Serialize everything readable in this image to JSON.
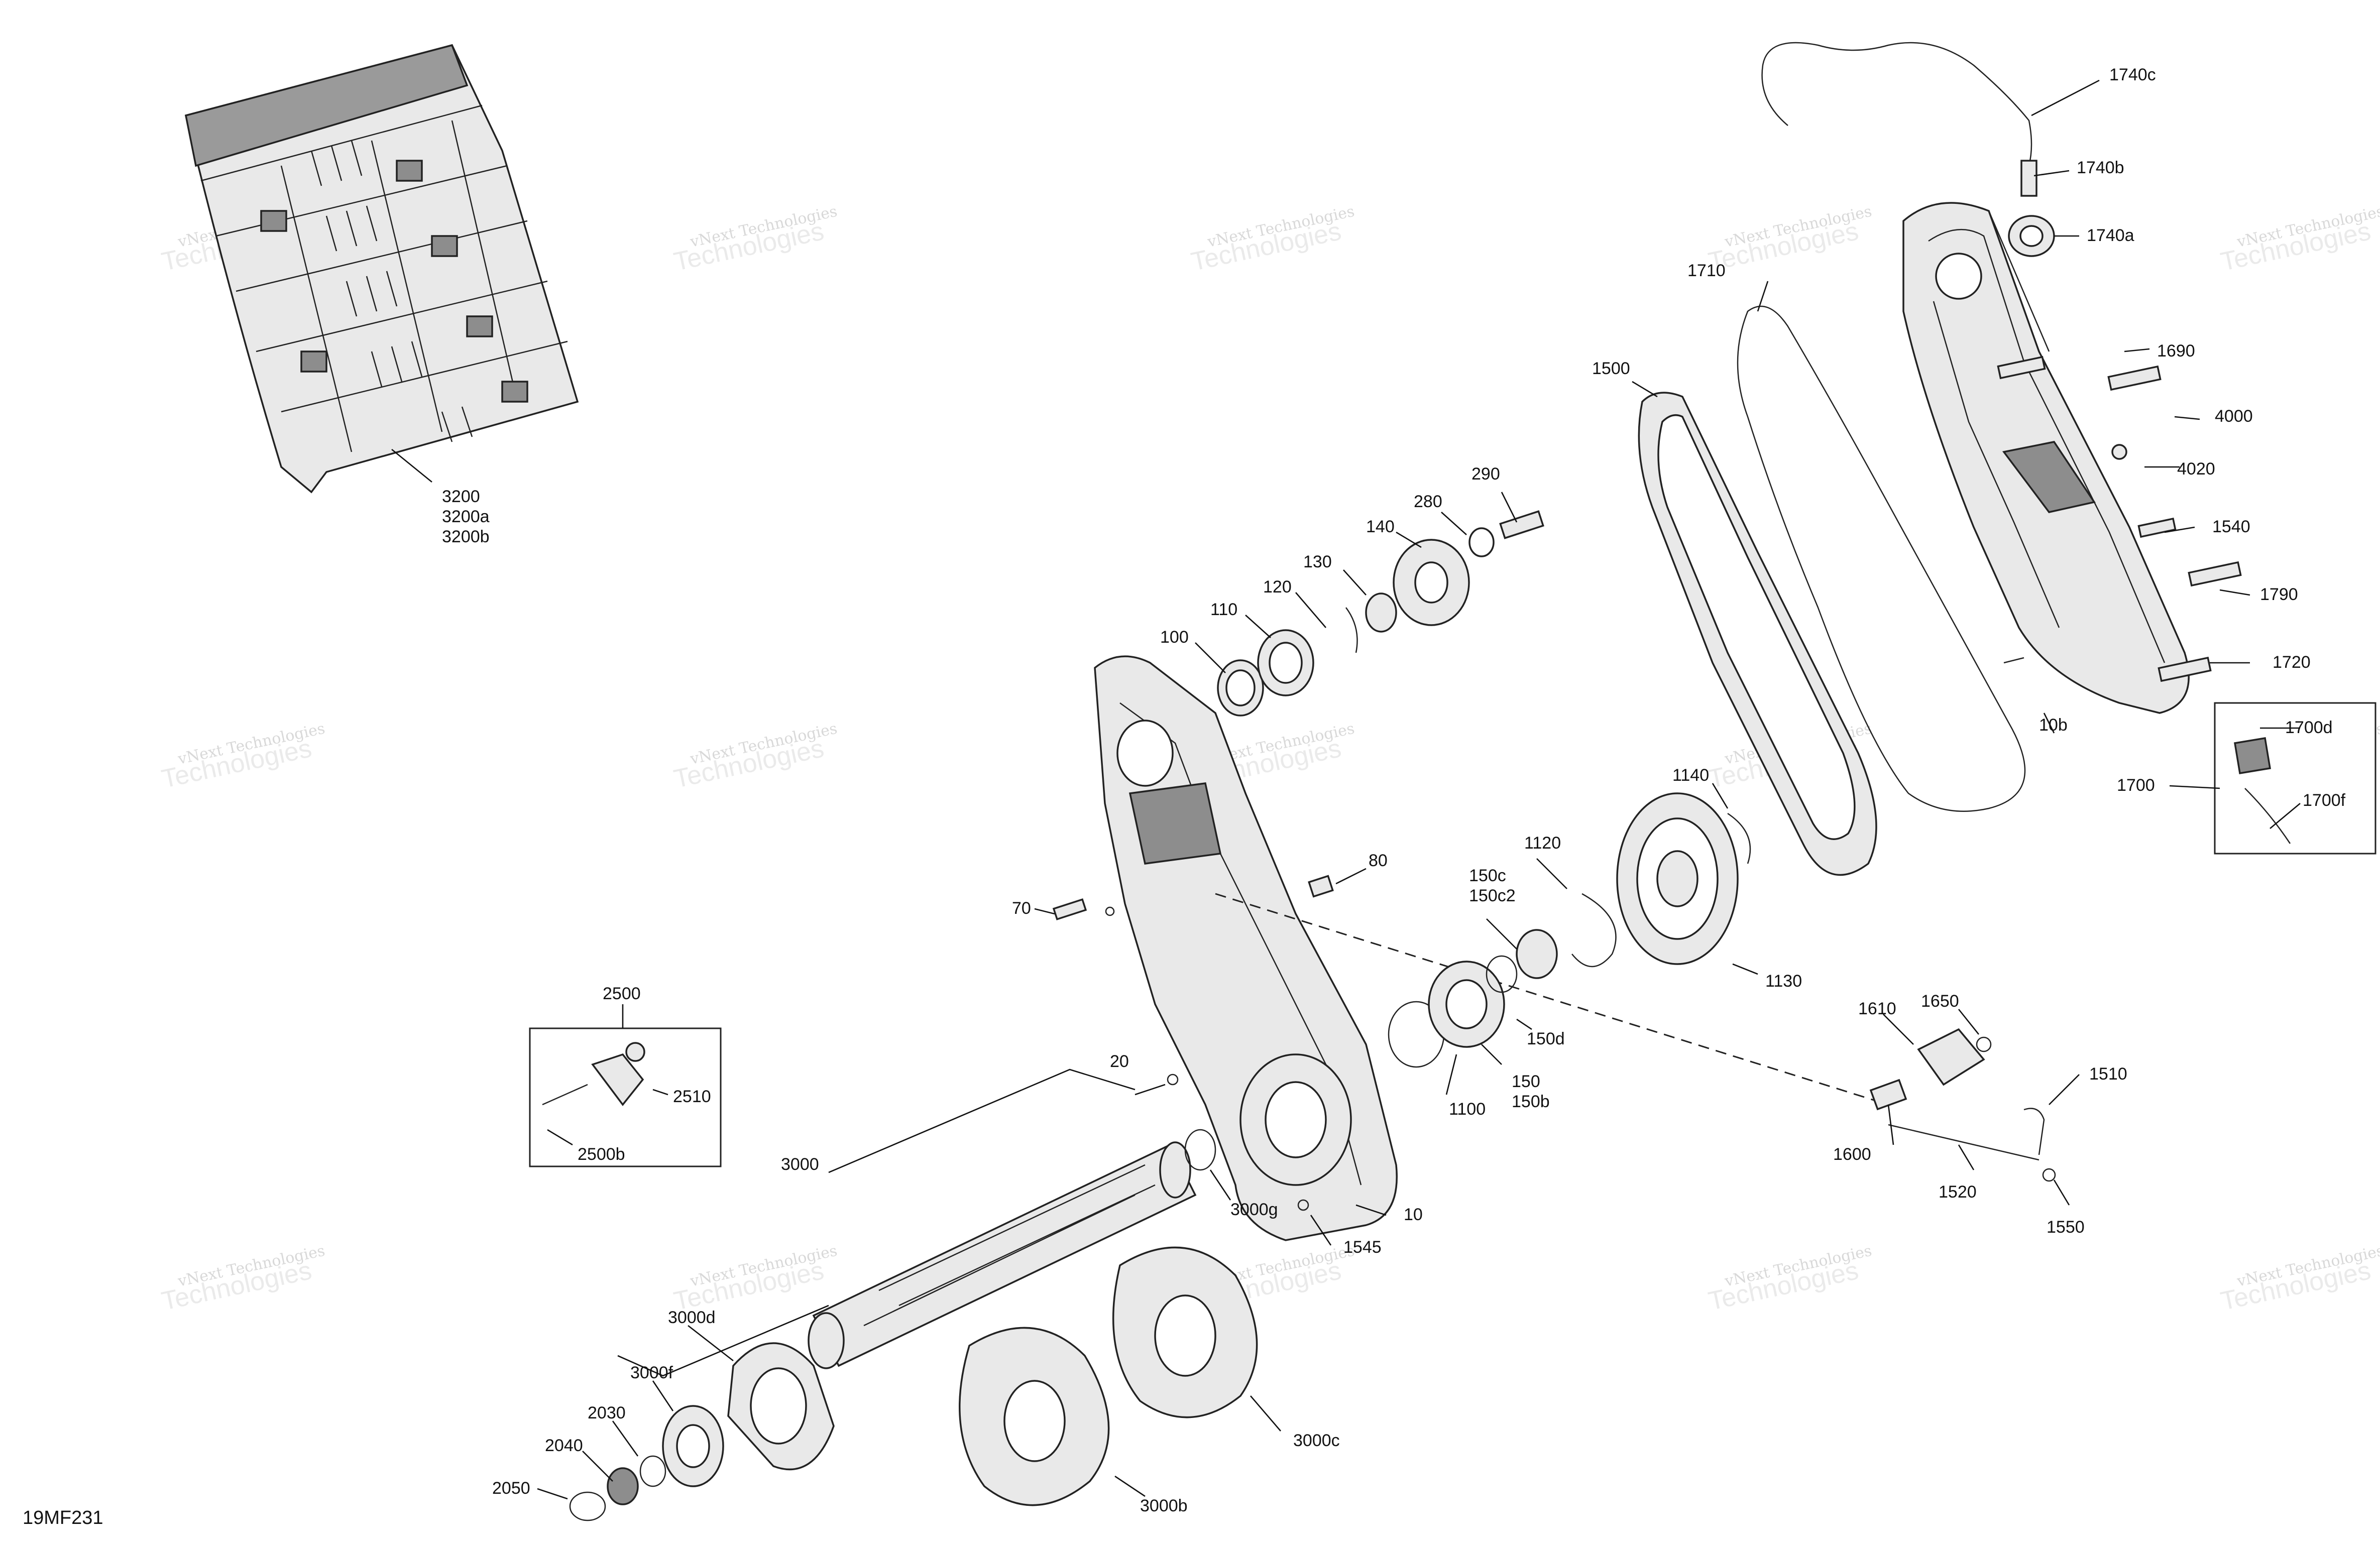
{
  "figure_id": "19MF231",
  "watermark": {
    "line1": "vNext Technologies",
    "line2": "Technologies",
    "line3": "vNext"
  },
  "callouts": {
    "c3200": "3200",
    "c3200a": "3200a",
    "c3200b": "3200b",
    "c1740c": "1740c",
    "c1740b": "1740b",
    "c1740a": "1740a",
    "c1710": "1710",
    "c1500": "1500",
    "c1690": "1690",
    "c4000": "4000",
    "c4020": "4020",
    "c1540": "1540",
    "c1790": "1790",
    "c1720": "1720",
    "c10b": "10b",
    "c1700": "1700",
    "c1700d": "1700d",
    "c1700f": "1700f",
    "c290": "290",
    "c280": "280",
    "c140": "140",
    "c130": "130",
    "c120": "120",
    "c110": "110",
    "c100": "100",
    "c1140": "1140",
    "c1120": "1120",
    "c150c": "150c",
    "c150c2": "150c2",
    "c1130": "1130",
    "c80": "80",
    "c70": "70",
    "c150d": "150d",
    "c150": "150",
    "c150b": "150b",
    "c1100": "1100",
    "c1610": "1610",
    "c1650": "1650",
    "c1510": "1510",
    "c1600": "1600",
    "c1520": "1520",
    "c1550": "1550",
    "c2500": "2500",
    "c2510": "2510",
    "c2500b": "2500b",
    "c20": "20",
    "c3000": "3000",
    "c3000g": "3000g",
    "c10": "10",
    "c1545": "1545",
    "c3000d": "3000d",
    "c3000f": "3000f",
    "c2030": "2030",
    "c2040": "2040",
    "c2050": "2050",
    "c3000c": "3000c",
    "c3000b": "3000b"
  }
}
